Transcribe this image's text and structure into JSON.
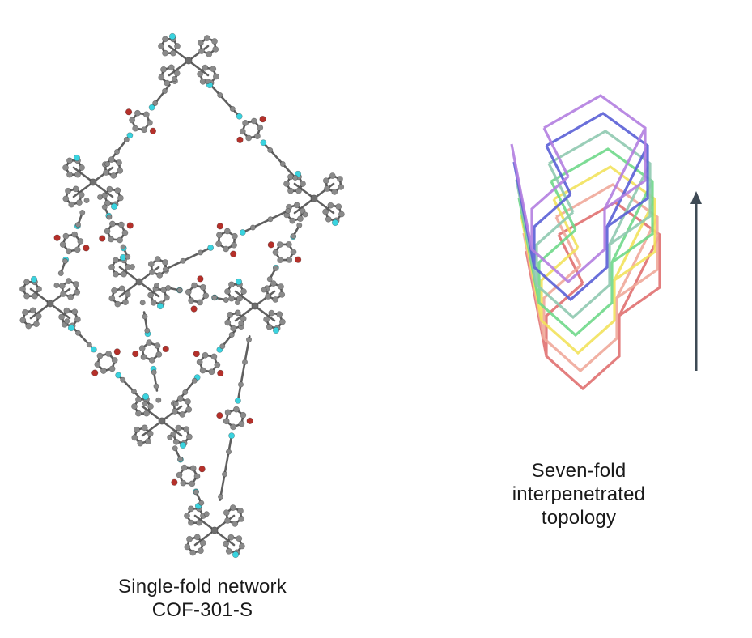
{
  "figure": {
    "left_caption": {
      "line1": "Single-fold network",
      "line2": "COF-301-S"
    },
    "right_caption": {
      "line1": "Seven-fold",
      "line2": "interpenetrated",
      "line3": "topology"
    },
    "colors": {
      "carbon": "#8a8a8a",
      "carbon_dark": "#6e6e6e",
      "oxygen": "#b5302a",
      "fluorine": "#3ad3df",
      "arrow": "#3e4a55",
      "layers": [
        "#e07070",
        "#f0a89a",
        "#f2e25c",
        "#6fd88a",
        "#8fc9b0",
        "#5a5fd6",
        "#b27ee0"
      ]
    }
  }
}
